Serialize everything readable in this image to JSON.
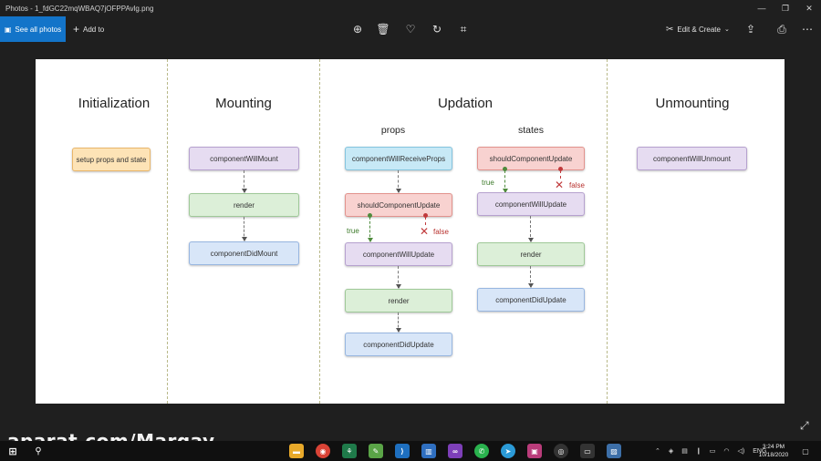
{
  "window": {
    "title": "Photos - 1_fdGC22mqWBAQ7jOFPPAvlg.png",
    "controls": [
      "—",
      "❐",
      "✕"
    ]
  },
  "toolbar": {
    "see_all_label": "See all photos",
    "add_to_label": "Add to",
    "edit_create_label": "Edit & Create"
  },
  "diagram": {
    "phases": {
      "initialization": "Initialization",
      "mounting": "Mounting",
      "updation": "Updation",
      "unmounting": "Unmounting"
    },
    "subheads": {
      "props": "props",
      "states": "states"
    },
    "initialization_box": "setup props and state",
    "mounting_boxes": [
      "componentWillMount",
      "render",
      "componentDidMount"
    ],
    "props_boxes": [
      "componentWillReceiveProps",
      "shouldComponentUpdate",
      "componentWillUpdate",
      "render",
      "componentDidUpdate"
    ],
    "states_boxes": [
      "shouldComponentUpdate",
      "componentWillUpdate",
      "render",
      "componentDidUpdate"
    ],
    "unmounting_box": "componentWillUnmount",
    "true_label": "true",
    "false_label": "false"
  },
  "watermark": "aparat.com/Margay",
  "taskbar": {
    "language": "ENG",
    "time": "3:24 PM",
    "date": "10/18/2020"
  },
  "colors": {
    "accent": "#1374c9",
    "orange_box": "#fde3b6",
    "purple_box": "#e6dcf1",
    "green_box": "#dcefd8",
    "blue_box": "#d8e6f8",
    "cyan_box": "#c7e9f6",
    "red_box": "#f8d2d0"
  }
}
